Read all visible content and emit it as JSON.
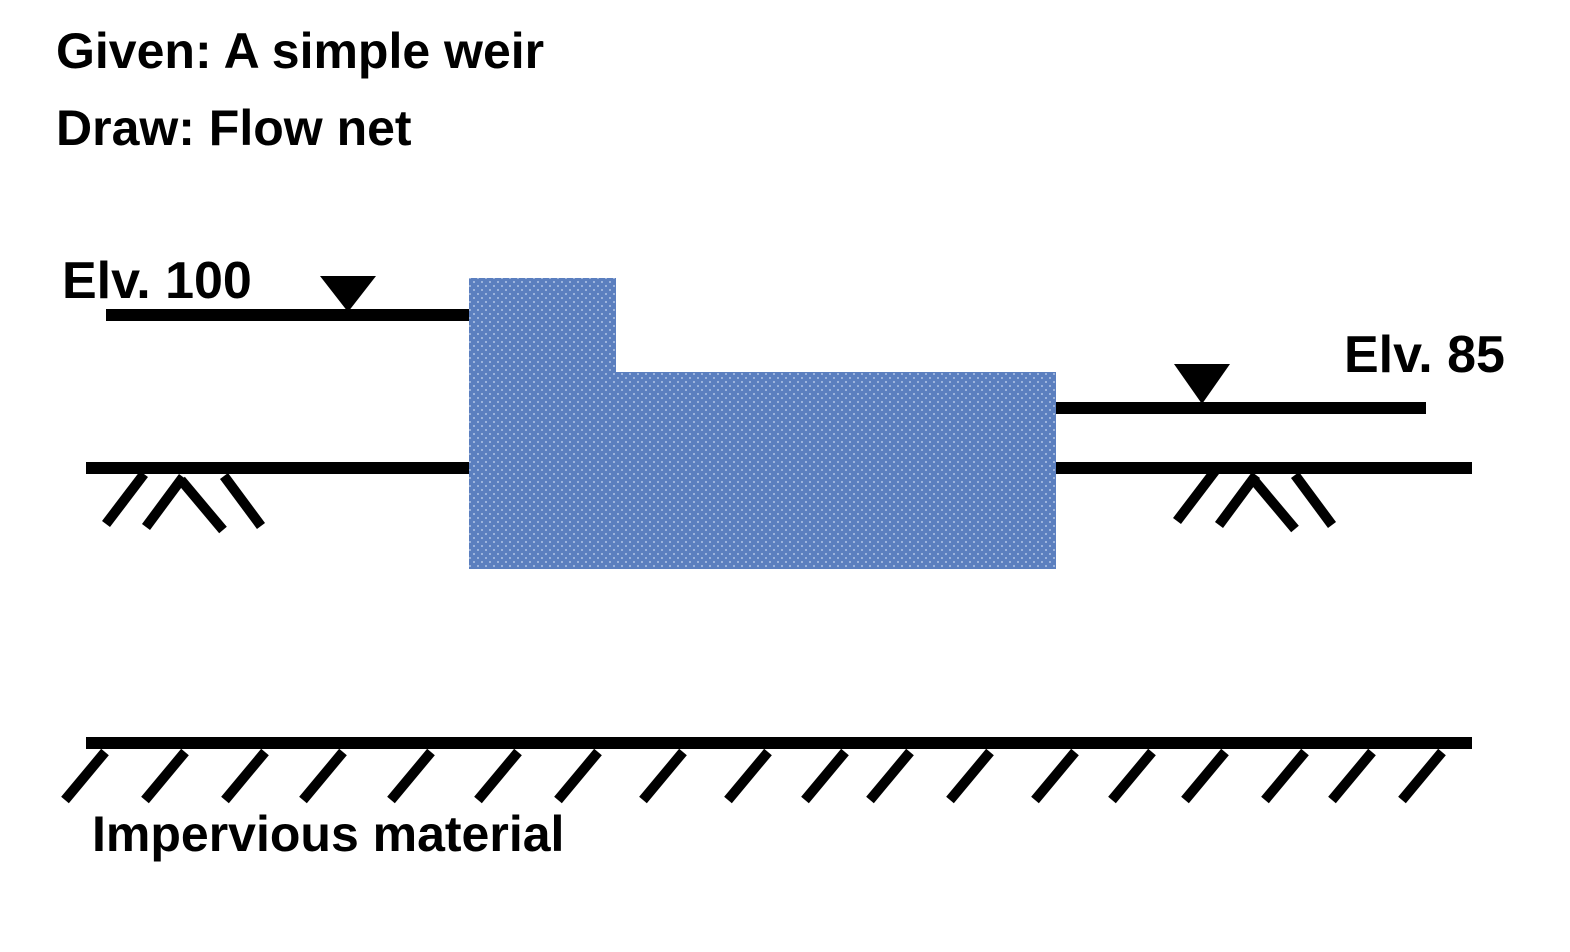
{
  "header": {
    "given": "Given: A simple weir",
    "draw": "Draw:  Flow net"
  },
  "labels": {
    "upstream_elevation": "Elv. 100",
    "downstream_elevation": "Elv. 85",
    "impervious_layer": "Impervious material"
  },
  "colors": {
    "weir_fill": "#5b7fbf",
    "weir_dots": "#c9d8f2",
    "lines": "#000000",
    "background": "#ffffff"
  },
  "icons": {
    "water_level_marker": "inverted-triangle",
    "ground_symbol": "soil-hatch"
  }
}
